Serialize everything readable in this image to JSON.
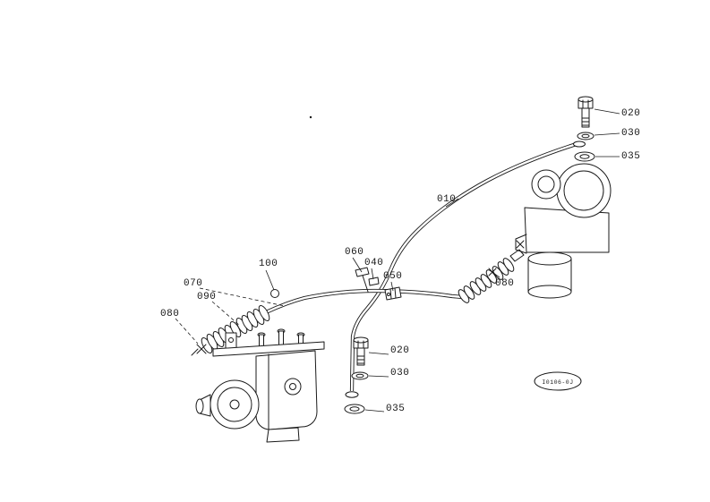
{
  "page": {
    "background": "#ffffff",
    "ink": "#1a1a1a"
  },
  "diagram": {
    "kind": "exploded-parts-line-drawing",
    "stamp_text": "I0106-0J",
    "callouts": {
      "c010": "010",
      "c020_top": "020",
      "c030_top": "030",
      "c035_top": "035",
      "c040": "040",
      "c050": "050",
      "c060": "060",
      "c070": "070",
      "c080_left": "080",
      "c090": "090",
      "c100": "100",
      "c080_right": "080",
      "c020_bottom": "020",
      "c030_bottom": "030",
      "c035_bottom": "035"
    }
  }
}
